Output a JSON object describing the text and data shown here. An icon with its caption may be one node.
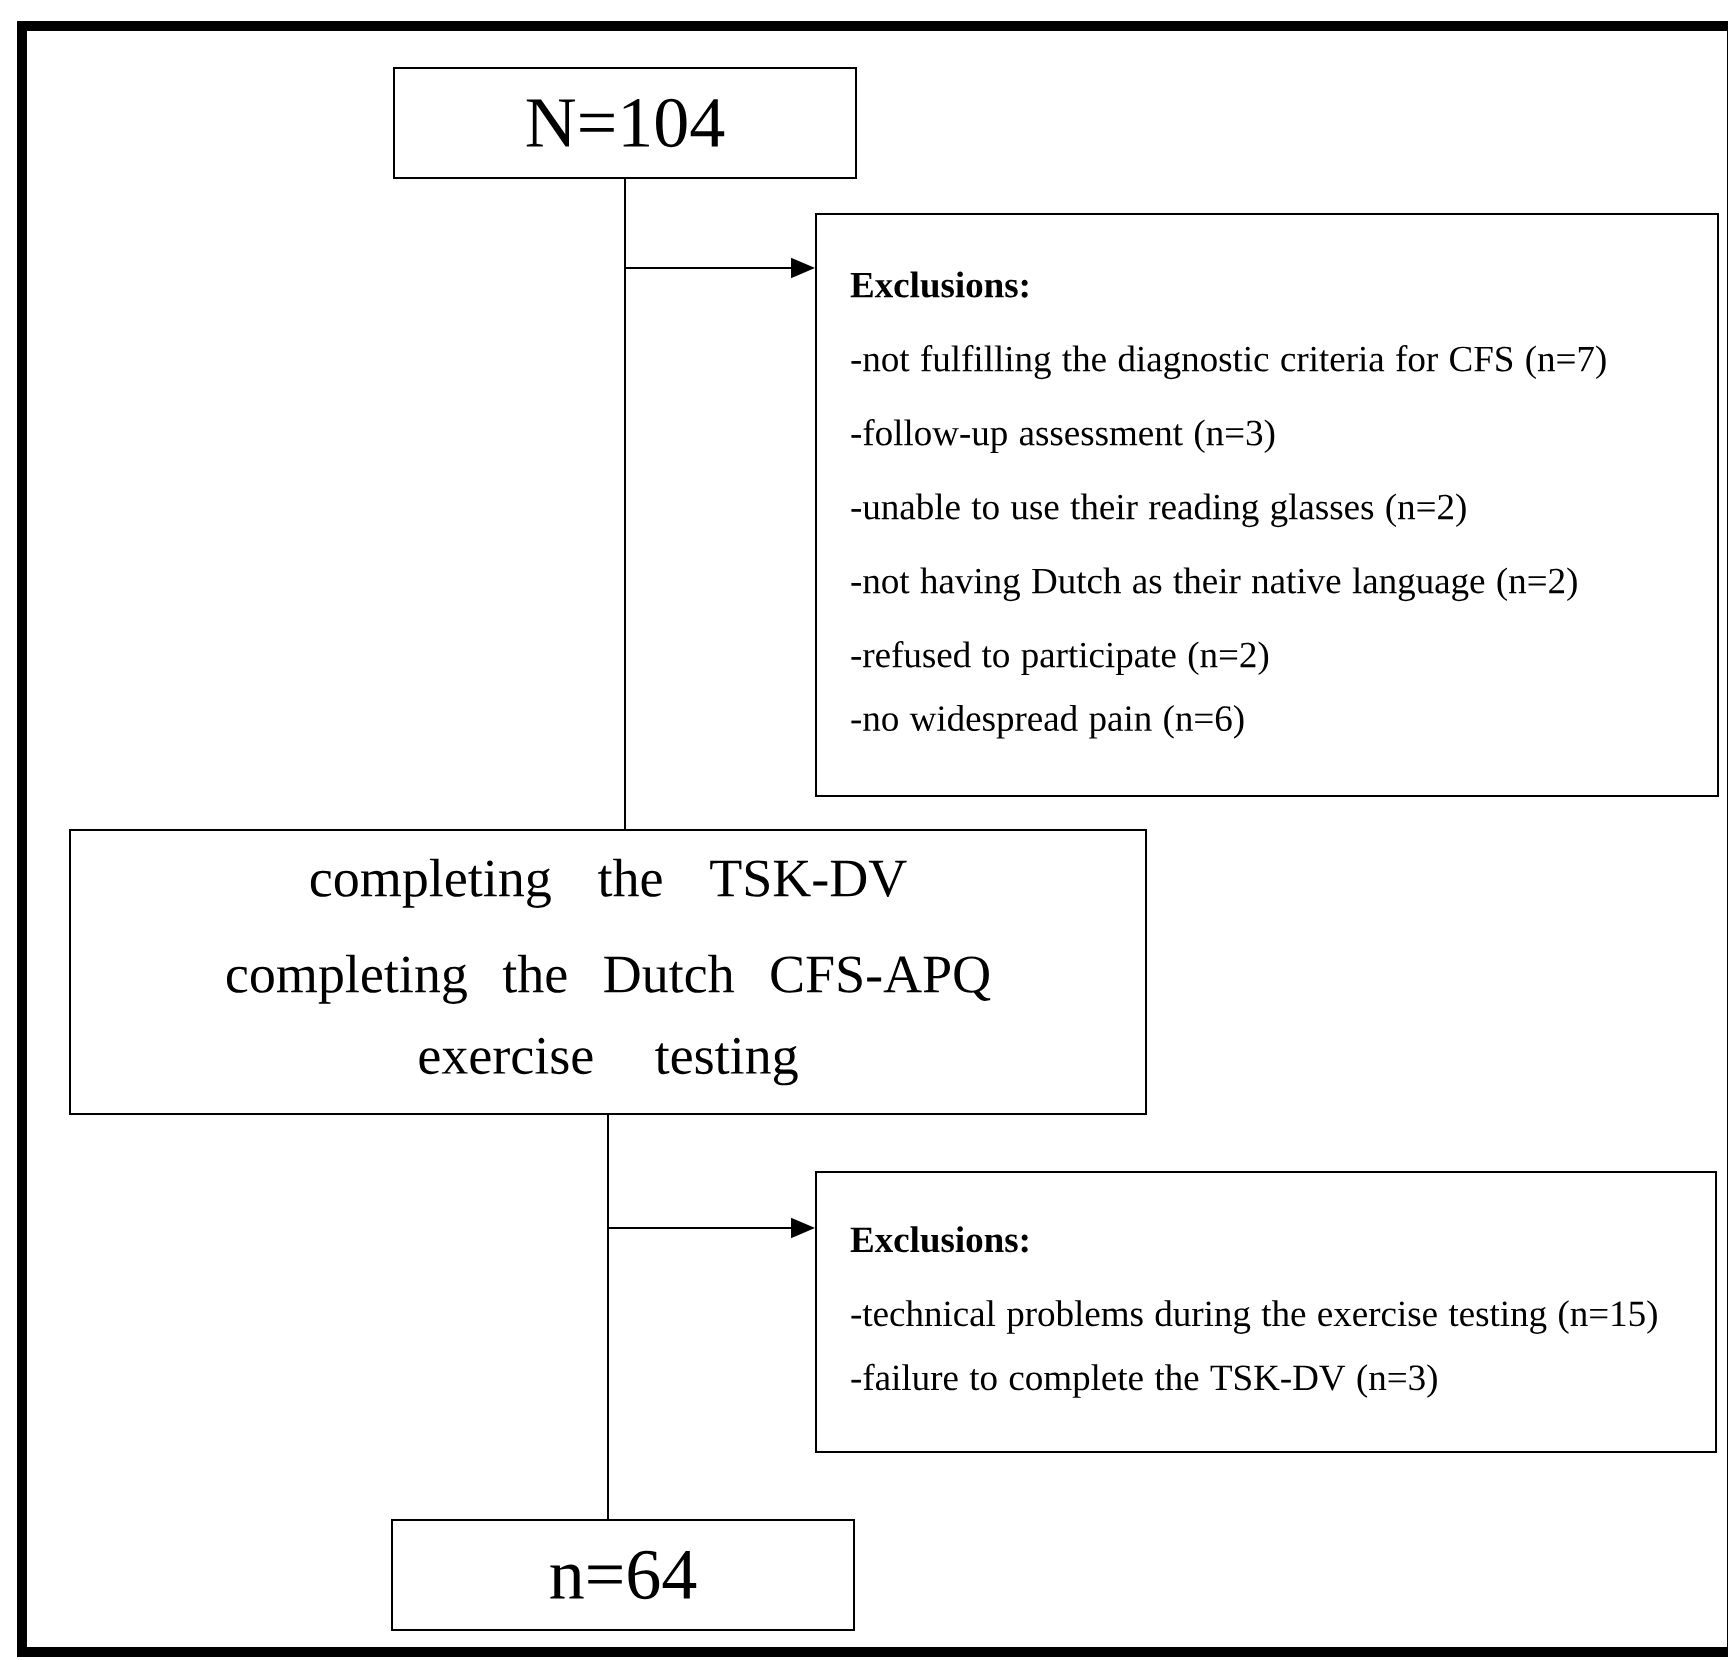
{
  "diagram": {
    "nodes": [
      {
        "text": [
          "N=104"
        ]
      },
      {
        "text": [
          "Exclusions:",
          "-not fulfilling the diagnostic criteria for CFS (n=7)",
          "-follow-up assessment (n=3)",
          "-unable to use their reading glasses (n=2)",
          "-not having Dutch as their native language (n=2)",
          "-refused to participate (n=2)",
          "-no widespread pain (n=6)"
        ]
      },
      {
        "text": [
          "completing the TSK-DV",
          "completing the Dutch CFS-APQ",
          "exercise testing"
        ]
      },
      {
        "text": [
          "Exclusions:",
          "-technical problems during the exercise testing (n=15)",
          "-failure to complete the TSK-DV (n=3)"
        ]
      },
      {
        "text": [
          "n=64"
        ]
      }
    ],
    "edges": [
      {
        "from": 0,
        "to": 2,
        "arrow": "none"
      },
      {
        "from": 0,
        "to": 1,
        "arrow": "to"
      },
      {
        "from": 2,
        "to": 4,
        "arrow": "none"
      },
      {
        "from": 2,
        "to": 3,
        "arrow": "to"
      }
    ]
  }
}
